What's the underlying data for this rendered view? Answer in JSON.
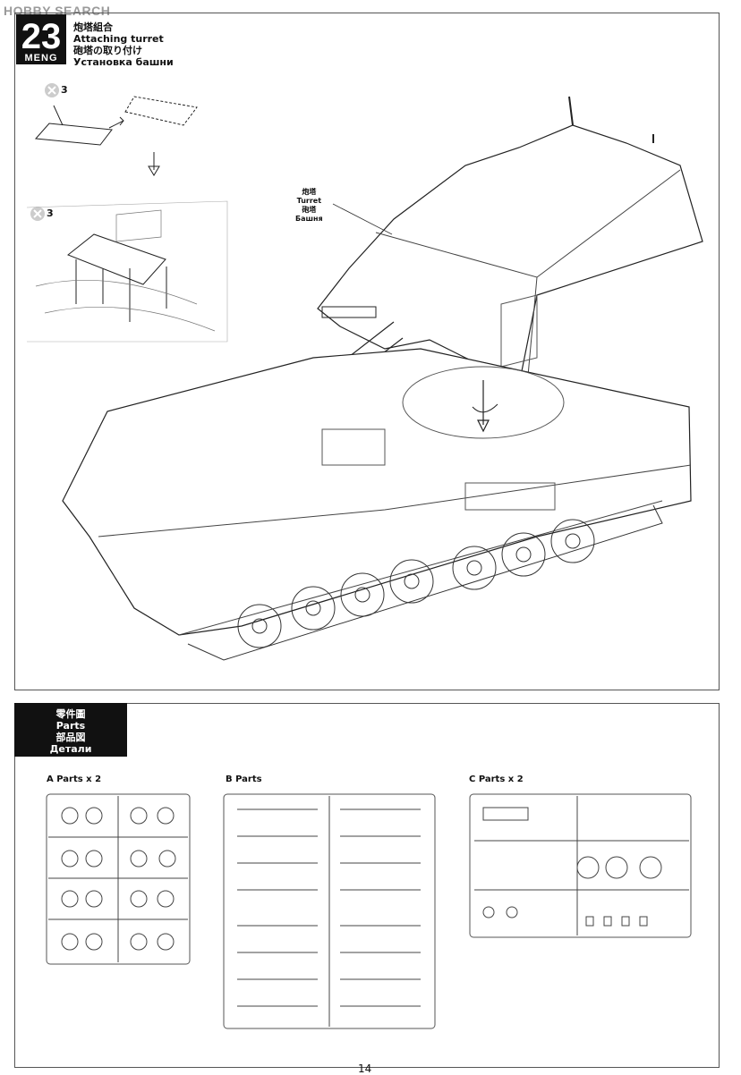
{
  "watermark": "HOBBY SEARCH",
  "step": {
    "number": "23",
    "brand": "MENG",
    "title_zh": "炮塔組合",
    "title_en": "Attaching turret",
    "title_ja": "砲塔の取り付け",
    "title_ru": "Установка башни"
  },
  "callouts": [
    {
      "count": "3"
    },
    {
      "count": "3"
    }
  ],
  "turret_label": {
    "zh": "炮塔",
    "en": "Turret",
    "ja": "砲塔",
    "ru": "Башня"
  },
  "parts_header": {
    "zh": "零件圖",
    "en": "Parts",
    "ja": "部品図",
    "ru": "Детали"
  },
  "sections": {
    "a": "A  Parts  x 2",
    "b": "B  Parts",
    "c": "C  Parts  x 2"
  },
  "page_number": "14"
}
